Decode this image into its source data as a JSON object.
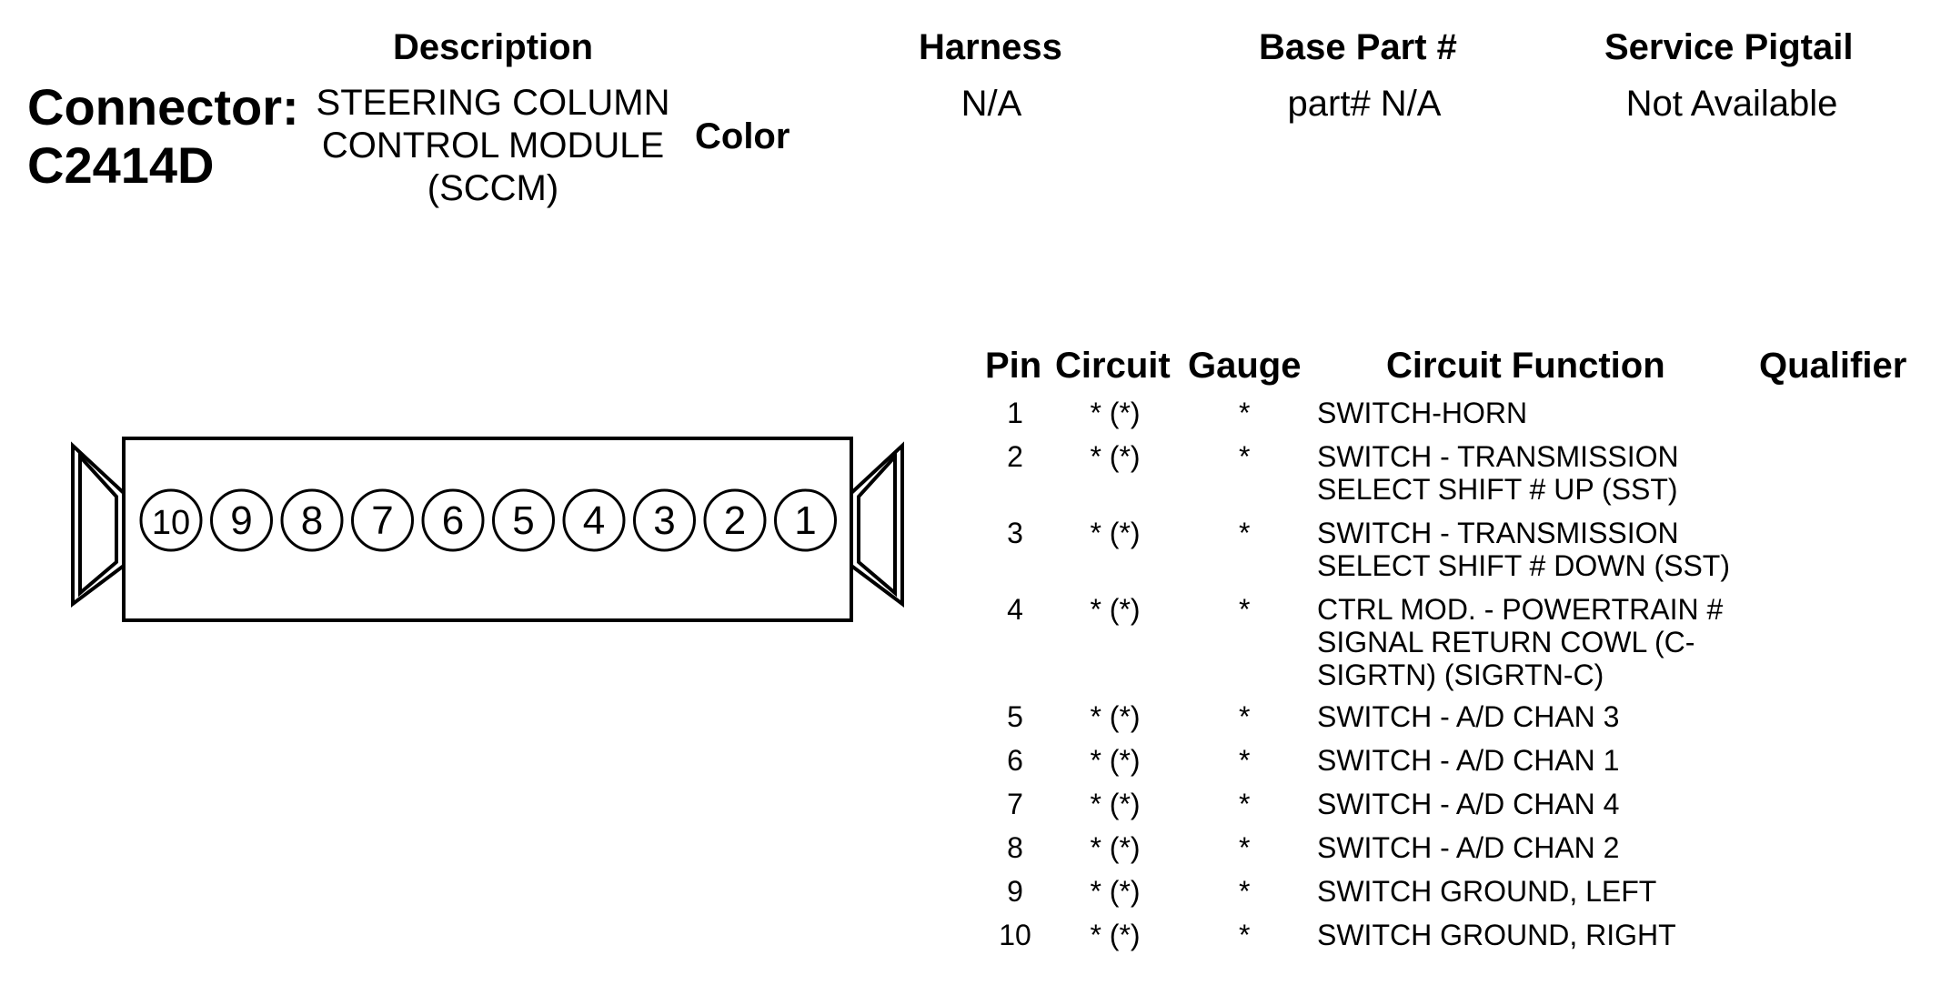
{
  "connector": {
    "label": "Connector:",
    "id": "C2414D"
  },
  "headers": {
    "description": "Description",
    "color": "Color",
    "harness": "Harness",
    "base_part": "Base Part #",
    "service_pigtail": "Service Pigtail"
  },
  "values": {
    "description": "STEERING COLUMN CONTROL MODULE (SCCM)",
    "harness": "N/A",
    "base_part": "part# N/A",
    "service_pigtail": "Not Available"
  },
  "table_headers": {
    "pin": "Pin",
    "circuit": "Circuit",
    "gauge": "Gauge",
    "circuit_function": "Circuit Function",
    "qualifier": "Qualifier"
  },
  "connector_pins": [
    "10",
    "9",
    "8",
    "7",
    "6",
    "5",
    "4",
    "3",
    "2",
    "1"
  ],
  "pins": [
    {
      "pin": "1",
      "circuit": "* (*)",
      "gauge": "*",
      "function": "SWITCH-HORN"
    },
    {
      "pin": "2",
      "circuit": "* (*)",
      "gauge": "*",
      "function": "SWITCH - TRANSMISSION\nSELECT SHIFT # UP (SST)"
    },
    {
      "pin": "3",
      "circuit": "* (*)",
      "gauge": "*",
      "function": "SWITCH - TRANSMISSION\nSELECT SHIFT # DOWN (SST)"
    },
    {
      "pin": "4",
      "circuit": "* (*)",
      "gauge": "*",
      "function": "CTRL MOD. - POWERTRAIN #\nSIGNAL RETURN COWL (C-\nSIGRTN) (SIGRTN-C)"
    },
    {
      "pin": "5",
      "circuit": "* (*)",
      "gauge": "*",
      "function": "SWITCH - A/D CHAN 3"
    },
    {
      "pin": "6",
      "circuit": "* (*)",
      "gauge": "*",
      "function": "SWITCH - A/D CHAN 1"
    },
    {
      "pin": "7",
      "circuit": "* (*)",
      "gauge": "*",
      "function": "SWITCH - A/D CHAN 4"
    },
    {
      "pin": "8",
      "circuit": "* (*)",
      "gauge": "*",
      "function": "SWITCH - A/D CHAN 2"
    },
    {
      "pin": "9",
      "circuit": "* (*)",
      "gauge": "*",
      "function": "SWITCH GROUND, LEFT"
    },
    {
      "pin": "10",
      "circuit": "* (*)",
      "gauge": "*",
      "function": "SWITCH GROUND, RIGHT"
    }
  ]
}
